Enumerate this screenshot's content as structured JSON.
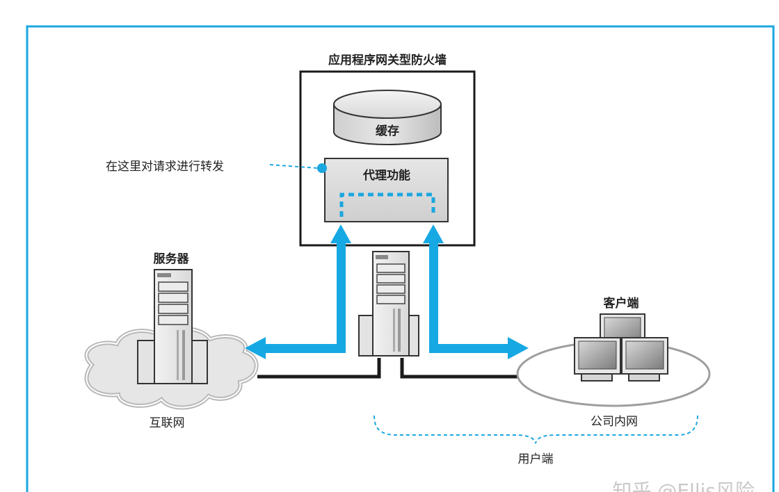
{
  "firewall": {
    "title": "应用程序网关型防火墙"
  },
  "cache": {
    "label": "缓存"
  },
  "proxy": {
    "label": "代理功能"
  },
  "annotation": {
    "text": "在这里对请求进行转发"
  },
  "server": {
    "label": "服务器"
  },
  "internet": {
    "label": "互联网"
  },
  "client": {
    "label": "客户端"
  },
  "intranet": {
    "label": "公司内网"
  },
  "user_side": {
    "label": "用户端"
  },
  "watermark": {
    "text": "知乎 @Ellis风险"
  },
  "colors": {
    "frame": "#1aa7df",
    "arrow": "#16a8e3",
    "dash": "#1aa7df",
    "line": "#1a1a1a"
  }
}
